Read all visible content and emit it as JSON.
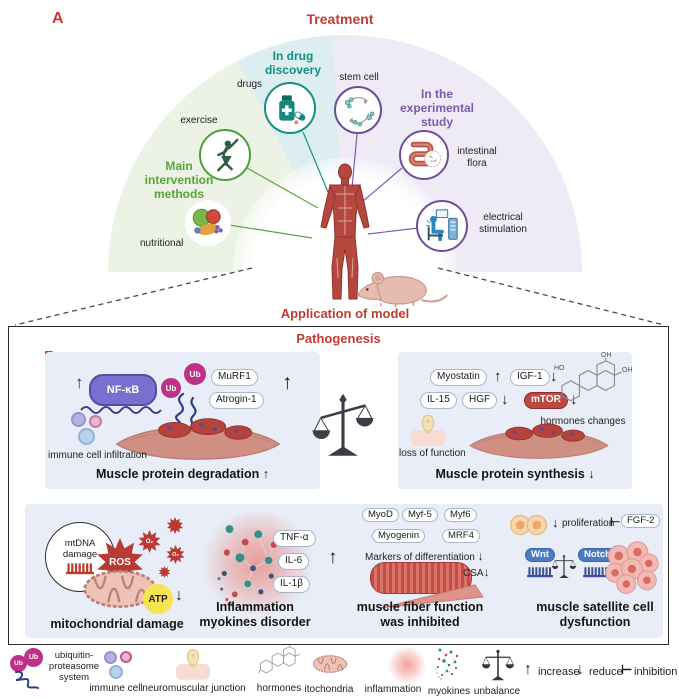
{
  "colors": {
    "accent_red": "#c23b33",
    "green": "#56a53b",
    "teal": "#128f84",
    "purple": "#7b5cad",
    "wedge_green": "#ecf3e4",
    "wedge_teal": "#dceef0",
    "wedge_lavender": "#eeeaf6",
    "panel_box_blue": "#e8edf7",
    "nfkb_purple": "#7a6fd0",
    "ub_magenta": "#bf3189",
    "mtor_red": "#bb4a43",
    "gene_pill_blue": "#4a7bc4",
    "atp_yellow": "#f6e34f"
  },
  "panelA": {
    "label": "A",
    "title": "Treatment",
    "group_intervention": "Main intervention methods",
    "group_drug": "In drug discovery",
    "group_experimental": "In the experimental study",
    "item_exercise": "exercise",
    "item_nutritional": "nutritional",
    "item_drugs": "drugs",
    "item_stem": "stem cell",
    "item_flora": "intestinal flora",
    "item_electrical": "electrical stimulation",
    "application": "Application of model"
  },
  "panelB": {
    "label": "B",
    "title": "Pathogenesis",
    "degradation": {
      "up": "↑",
      "nfkb": "NF-κB",
      "ub": "Ub",
      "murf1": "MuRF1",
      "atrogin": "Atrogin-1",
      "immune": "immune cell infiltration",
      "caption": "Muscle protein degradation",
      "arrow": "↑"
    },
    "synthesis": {
      "myostatin": "Myostatin",
      "up": "↑",
      "igf1": "IGF-1",
      "il15": "IL-15",
      "hgf": "HGF",
      "mtor": "mTOR",
      "down": "↓",
      "oh": "OH",
      "ho": "HO",
      "hormones": "hormones changes",
      "loss": "loss of function",
      "caption": "Muscle protein synthesis",
      "arrow": "↓"
    },
    "mito": {
      "mtdna": "mtDNA damage",
      "ros": "ROS",
      "o2": "O₂",
      "atp": "ATP",
      "down": "↓",
      "caption": "mitochondrial damage"
    },
    "inflammation": {
      "tnf": "TNF-α",
      "il6": "IL-6",
      "il1b": "IL-1β",
      "up": "↑",
      "caption1": "Inflammation",
      "caption2": "myokines disorder"
    },
    "fiber": {
      "myod": "MyoD",
      "myf5": "Myf-5",
      "myf6": "Myf6",
      "myogenin": "Myogenin",
      "mrf4": "MRF4",
      "markers": "Markers of differentiation",
      "down": "↓",
      "csa": "CSA",
      "caption1": "muscle fiber function",
      "caption2": "was inhibited"
    },
    "satellite": {
      "down": "↓",
      "proliferation": "proliferation",
      "tbar": "⊢",
      "fgf2": "FGF-2",
      "wnt": "Wnt",
      "notch": "Notch",
      "caption1": "muscle satellite cell",
      "caption2": "dysfunction"
    }
  },
  "legend": {
    "ub_sym": "Ub",
    "ub": "ubiquitin-proteasome system",
    "immune": "immune cell",
    "nmj": "neuromuscular junction",
    "hormones": "hormones",
    "mito": "itochondria",
    "inflammation": "inflammation",
    "myokines": "myokines",
    "unbalance": "unbalance",
    "increase_sym": "↑",
    "increase": "increase",
    "reduce_sym": "↓",
    "reduce": "reduce",
    "inhibition_sym": "⊢",
    "inhibition": "inhibition"
  }
}
